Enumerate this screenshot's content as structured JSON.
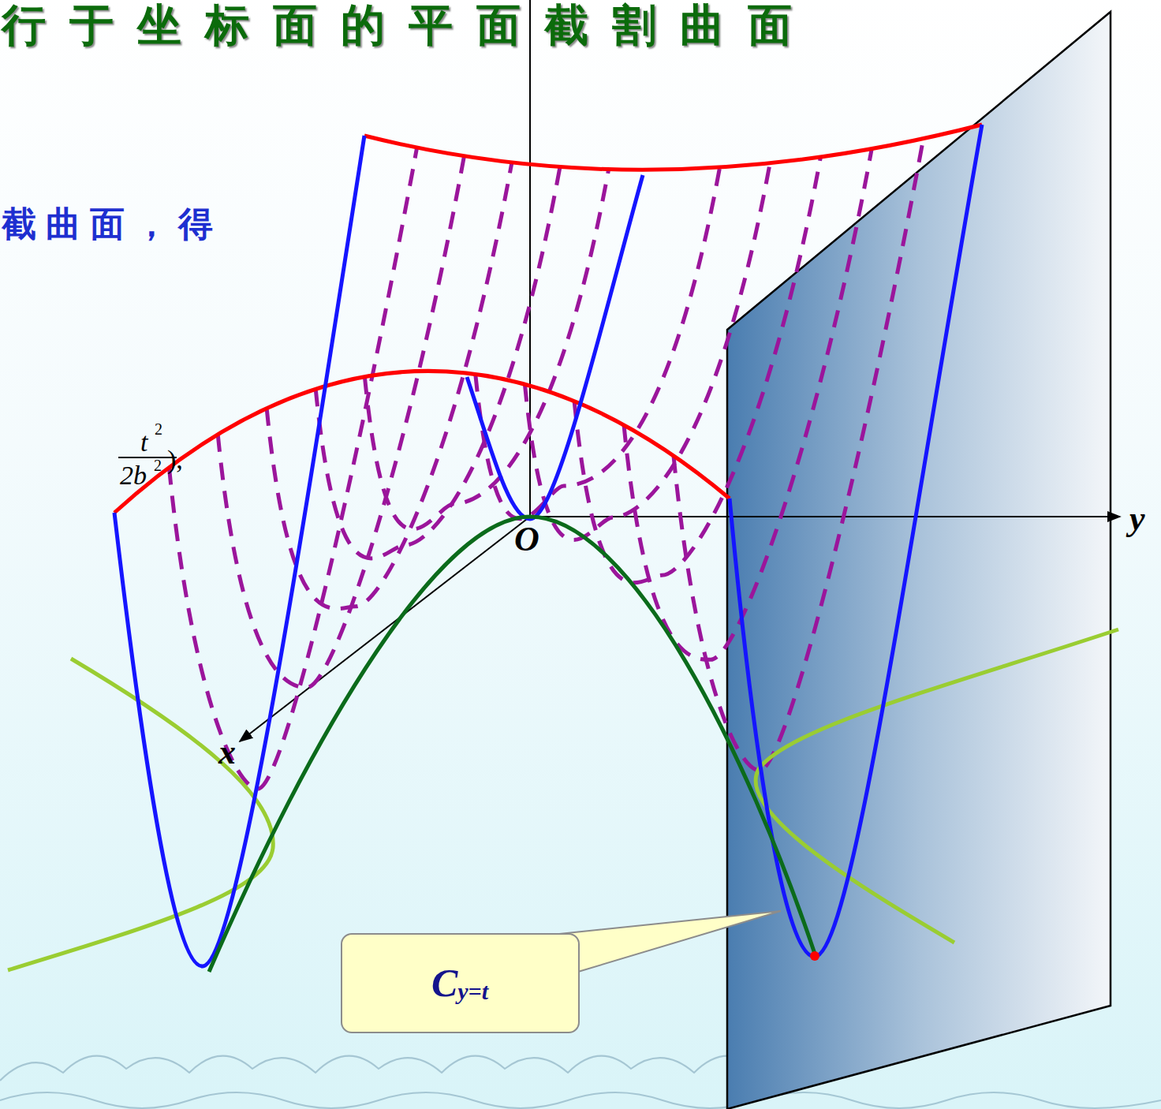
{
  "diagram": {
    "title": "行于坐标面的平面截割曲面",
    "nodes": [
      {
        "text": [
          "C",
          "y=t"
        ]
      }
    ],
    "labels": [
      "截曲面，得",
      "t",
      "2",
      "2b",
      "2",
      "),",
      "O",
      "y",
      "x"
    ]
  }
}
